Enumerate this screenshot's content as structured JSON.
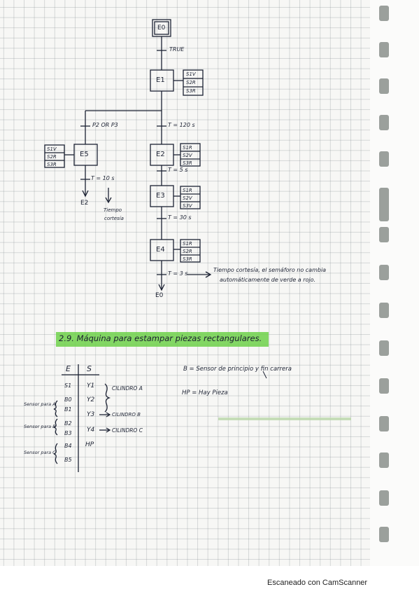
{
  "grafcet": {
    "e0_top": "E0",
    "t_true": "TRUE",
    "e1": "E1",
    "e1_actions": [
      "S1V",
      "S2R",
      "S3R"
    ],
    "t_p2_p3": "P2 OR P3",
    "t_120s": "T = 120 s",
    "e5": "E5",
    "e5_actions": [
      "S1V",
      "S2R",
      "S3R"
    ],
    "e2": "E2",
    "e2_actions": [
      "S1R",
      "S2V",
      "S3R"
    ],
    "t_10s": "T = 10 s",
    "e2_jump": "E2",
    "tiempo_cortesia": [
      "Tiempo",
      "cortesía"
    ],
    "t_5s": "T = 5 s",
    "e3": "E3",
    "e3_actions": [
      "S1R",
      "S2V",
      "S3V"
    ],
    "t_30s": "T = 30 s",
    "e4": "E4",
    "e4_actions": [
      "S1R",
      "S2R",
      "S3R"
    ],
    "t_3s": "T = 3 s",
    "note": [
      "Tiempo cortesía, el semáforo no cambia",
      "automáticamente de verde a rojo."
    ],
    "e0_bottom": "E0"
  },
  "section": {
    "title": "2.9. Máquina para estampar piezas rectangulares."
  },
  "io_table": {
    "header_e": "E",
    "header_s": "S",
    "inputs": [
      "S1",
      "B0",
      "B1",
      "B2",
      "B3",
      "B4",
      "B5"
    ],
    "outputs": [
      "Y1",
      "Y2",
      "Y3",
      "Y4",
      "HP"
    ],
    "cil_a": "CILINDRO A",
    "cil_b": "CILINDRO B",
    "cil_c": "CILINDRO C",
    "group_a": "Sensor para A",
    "group_b": "Sensor para B",
    "group_c": "Sensor para C"
  },
  "notes": {
    "b_def": "B = Sensor de principio y fin carrera",
    "hp_def": "HP = Hay Pieza"
  },
  "footer": {
    "scanner": "Escaneado con CamScanner"
  }
}
